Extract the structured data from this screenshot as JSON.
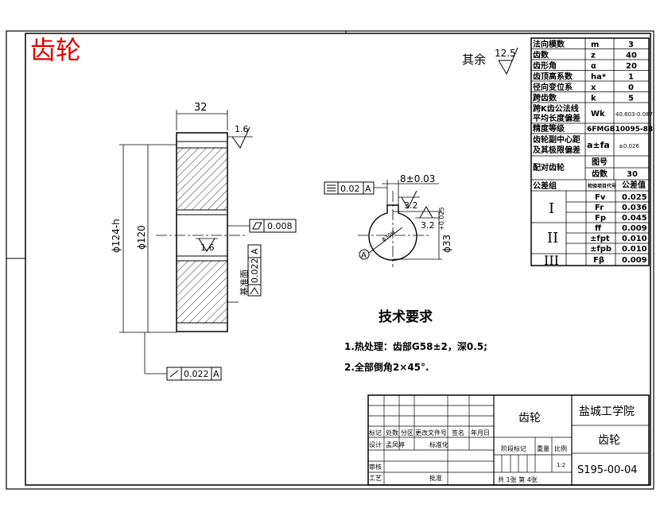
{
  "title_red": "齿轮",
  "roughness_default": {
    "prefix": "其余",
    "value": "12.5"
  },
  "front_view": {
    "width_dim": "32",
    "roughness_top": "1.6",
    "roughness_mid": "1.6",
    "dia_outer": "ϕ124-h",
    "dia_inner": "ϕ120",
    "flatness_tol": "0.008",
    "runout_tol": "0.022",
    "runout_datum": "A",
    "ref_face_label": "基准面",
    "bottom_tol": "0.022",
    "bottom_datum": "A"
  },
  "side_view": {
    "sym_tol": "0.02",
    "sym_datum": "A",
    "key_width": "8±0.03",
    "roughness_a": "3.2",
    "roughness_b": "3.2",
    "bore_dia": "ϕ33",
    "bore_tol": "+0.025",
    "datum_letter": "A",
    "bore_note": "ϕ30H"
  },
  "tech_req": {
    "heading": "技术要求",
    "line1": "1.热处理：齿部G58±2，深0.5;",
    "line2": "2.全部倒角2×45°."
  },
  "param_table": {
    "rows": [
      {
        "name": "法向模数",
        "sym": "m",
        "val": "3"
      },
      {
        "name": "齿数",
        "sym": "z",
        "val": "40"
      },
      {
        "name": "齿形角",
        "sym": "α",
        "val": "20"
      },
      {
        "name": "齿顶高系数",
        "sym": "ha*",
        "val": "1"
      },
      {
        "name": "径向变位系",
        "sym": "x",
        "val": "0"
      },
      {
        "name": "跨齿数",
        "sym": "k",
        "val": "5"
      }
    ],
    "wk_name1": "跨K齿公法线",
    "wk_name2": "平均长度偏差",
    "wk_sym": "Wk",
    "wk_val": "40.603-0.087",
    "accuracy_name": "精度等级",
    "accuracy_val": "6FMGB10095-88",
    "center_name1": "齿轮副中心距",
    "center_name2": "及其极限偏差",
    "center_sym": "a±fa",
    "center_val": "±0.026",
    "mate_name": "配对齿轮",
    "mate_drawing": "图号",
    "mate_teeth_label": "齿数",
    "mate_teeth": "30",
    "group_label": "公差组",
    "group_col2": "检验项目代号",
    "group_col3": "公差值",
    "groups": [
      {
        "roman": "I",
        "items": [
          {
            "sym": "Fv",
            "val": "0.025"
          },
          {
            "sym": "Fr",
            "val": "0.036"
          },
          {
            "sym": "Fp",
            "val": "0.045"
          }
        ]
      },
      {
        "roman": "II",
        "items": [
          {
            "sym": "ff",
            "val": "0.009"
          },
          {
            "sym": "±fpt",
            "val": "0.010"
          },
          {
            "sym": "±fpb",
            "val": "0.010"
          }
        ]
      },
      {
        "roman": "III",
        "items": [
          {
            "sym": "Fβ",
            "val": "0.009"
          }
        ]
      }
    ]
  },
  "title_block": {
    "part_name": "齿轮",
    "school": "盐城工学院",
    "part_name2": "齿轮",
    "drawing_no": "S195-00-04",
    "labels": {
      "mark": "标记",
      "count": "处数",
      "zone": "分区",
      "doc": "更改文件号",
      "sign": "签名",
      "date": "年月日",
      "design": "设计",
      "designer": "孟凤婷",
      "std": "标准化",
      "stage": "阶段标记",
      "weight": "重量",
      "scale": "比例",
      "check": "审核",
      "process": "工艺",
      "approve": "批准",
      "sheets": "共 1张  第 4张",
      "scale_val": "1:2"
    }
  }
}
